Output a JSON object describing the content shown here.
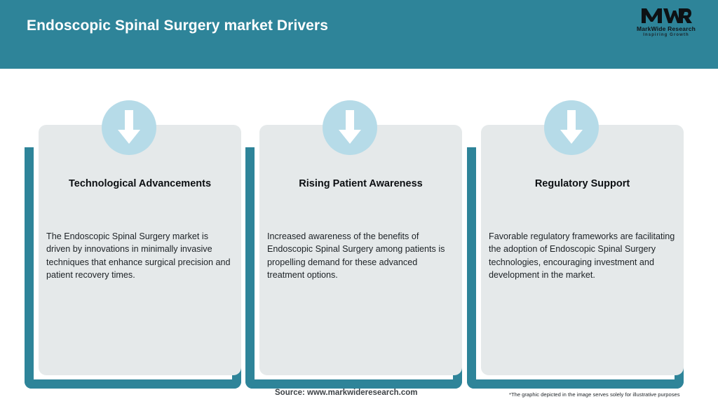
{
  "header": {
    "title": "Endoscopic Spinal Surgery market Drivers",
    "background_color": "#2E8499",
    "title_color": "#FFFFFF"
  },
  "logo": {
    "mark": "MWR",
    "name": "MarkWide Research",
    "tagline": "Inspiring Growth"
  },
  "theme": {
    "accent_teal": "#2E8499",
    "card_gray": "#E5E9EA",
    "circle_blue": "#B6DBE8",
    "arrow_white": "#FFFFFF"
  },
  "cards": [
    {
      "icon": "down-arrow-icon",
      "title": "Technological Advancements",
      "body": "The Endoscopic Spinal Surgery market is driven by innovations in minimally invasive techniques that enhance surgical precision and patient recovery times."
    },
    {
      "icon": "down-arrow-icon",
      "title": "Rising Patient Awareness",
      "body": "Increased awareness of the benefits of Endoscopic Spinal Surgery among patients is propelling demand for these advanced treatment options."
    },
    {
      "icon": "down-arrow-icon",
      "title": "Regulatory Support",
      "body": "Favorable regulatory frameworks are facilitating the adoption of Endoscopic Spinal Surgery technologies, encouraging investment and development in the market."
    }
  ],
  "footer": {
    "source": "Source: www.markwideresearch.com",
    "disclaimer": "*The graphic depicted in the image serves solely for illustrative purposes"
  }
}
